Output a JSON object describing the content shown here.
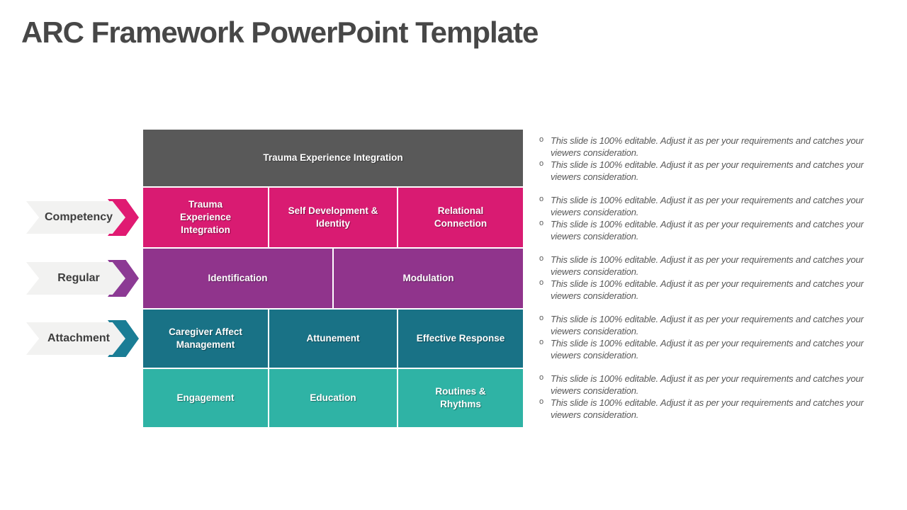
{
  "slide": {
    "title": "ARC Framework PowerPoint Template"
  },
  "tags": [
    {
      "label": "Competency",
      "color": "#E01A72"
    },
    {
      "label": "Regular",
      "color": "#8C3A94"
    },
    {
      "label": "Attachment",
      "color": "#1A7D95"
    }
  ],
  "matrix": {
    "header": {
      "label": "Trauma Experience Integration",
      "color": "#595959"
    },
    "rows": [
      {
        "color": "#D91B72",
        "cells": [
          "Trauma Experience Integration",
          "Self Development & Identity",
          "Relational Connection"
        ]
      },
      {
        "color": "#90348C",
        "cells": [
          "Identification",
          "Modulation"
        ]
      },
      {
        "color": "#197286",
        "cells": [
          "Caregiver Affect Management",
          "Attunement",
          "Effective Response"
        ]
      },
      {
        "color": "#2FB3A5",
        "cells": [
          "Engagement",
          "Education",
          "Routines & Rhythms"
        ]
      }
    ]
  },
  "notes": {
    "marker": "o",
    "text": "This slide is 100% editable. Adjust it as per your requirements and catches your viewers consideration.",
    "group_count": 5,
    "bullets_per_group": 2
  },
  "palette": {
    "title_text": "#474747",
    "tag_fill": "#F2F2F1",
    "notes_text": "#595959",
    "background": "#FFFFFF"
  }
}
